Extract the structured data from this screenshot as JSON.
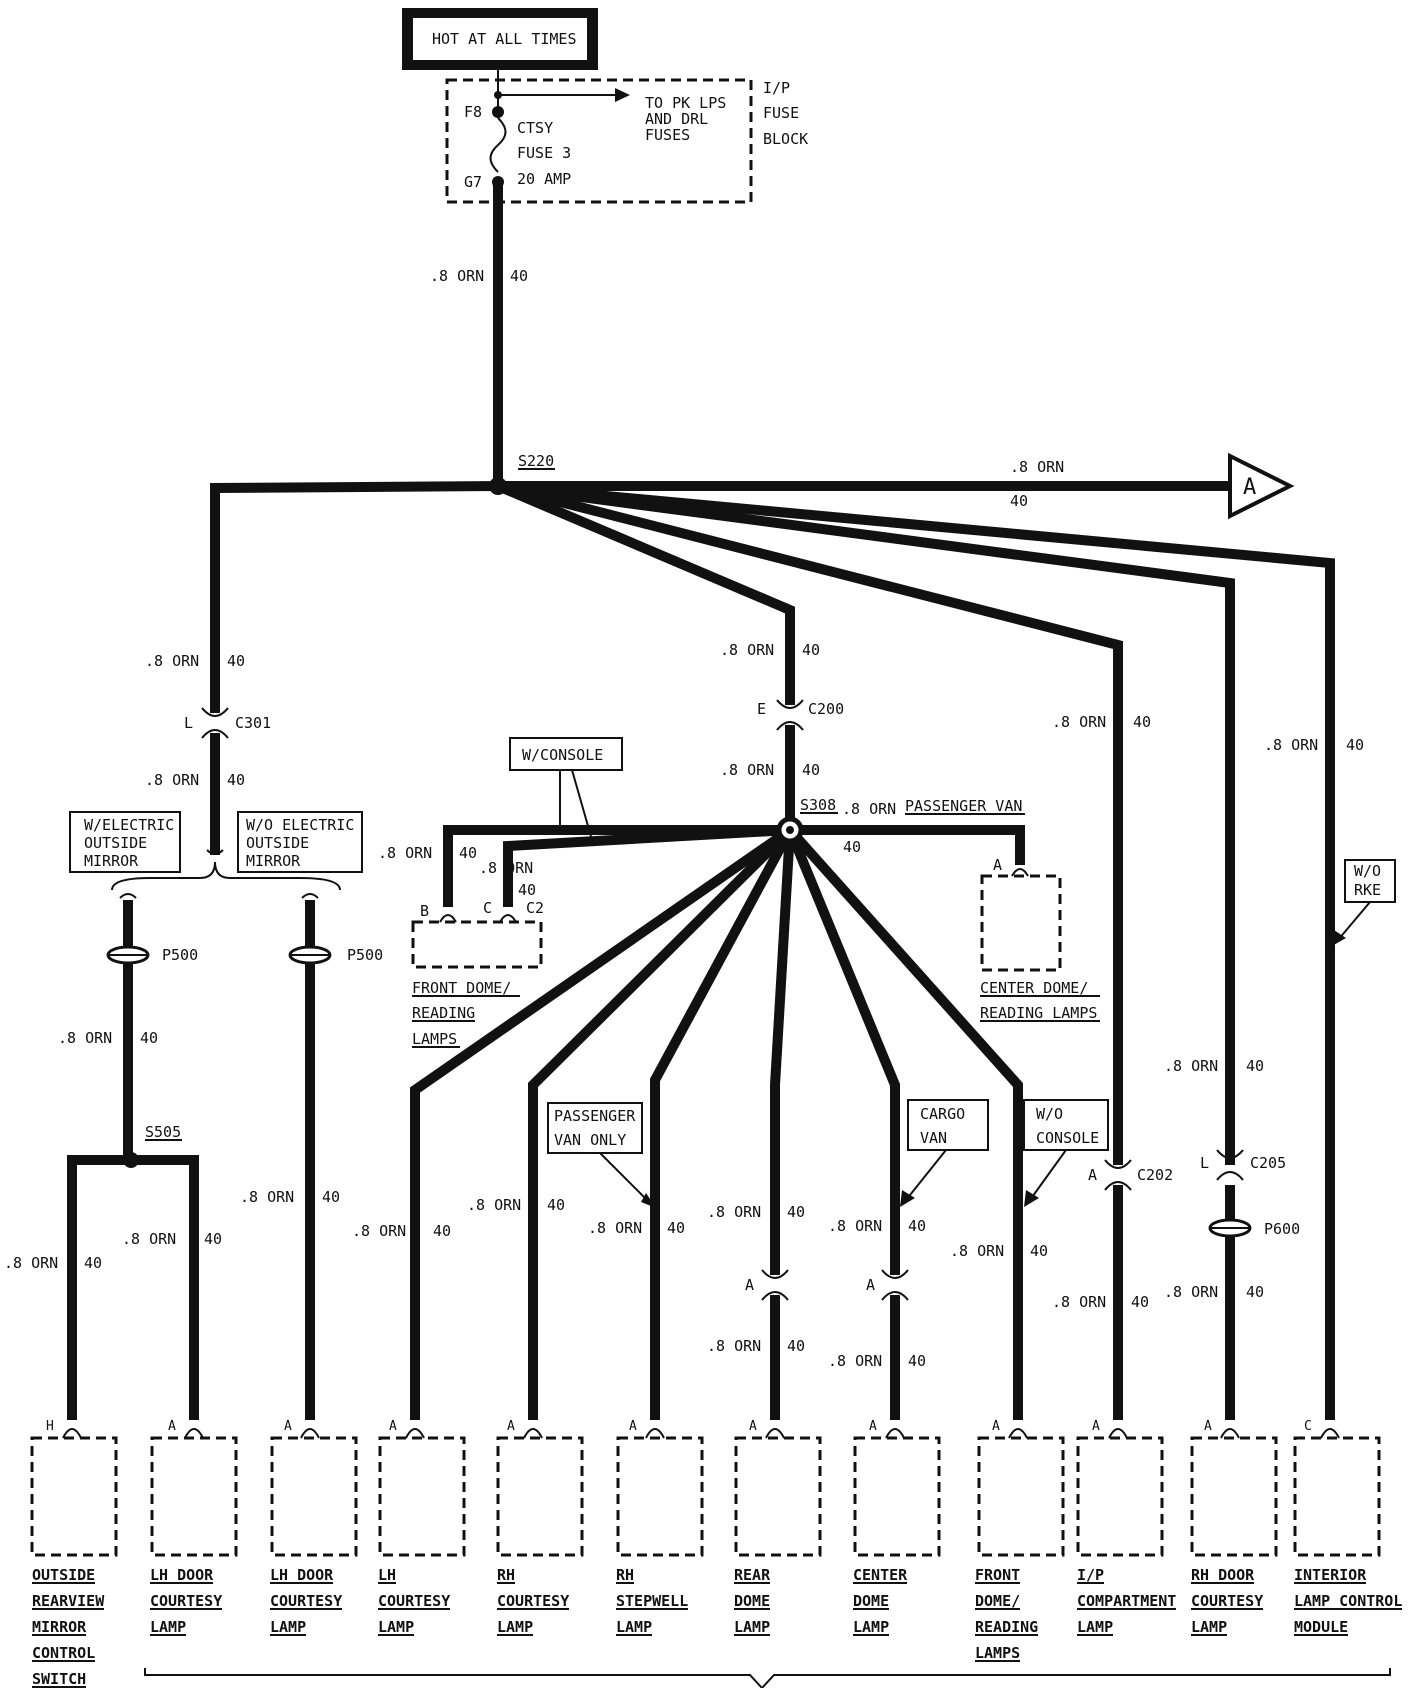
{
  "source": {
    "label": "HOT AT ALL TIMES",
    "fuse_block": [
      "I/P",
      "FUSE",
      "BLOCK"
    ],
    "fuse_name": [
      "CTSY",
      "FUSE 3",
      "20 AMP"
    ],
    "terminals": [
      "F8",
      "G7"
    ],
    "feed_note": [
      "TO PK LPS",
      "AND DRL",
      "FUSES"
    ]
  },
  "wire": {
    "gauge": ".8 ORN",
    "circuit": "40"
  },
  "splices": {
    "main": "S220",
    "s308": "S308",
    "s505": "S505"
  },
  "connectors": {
    "c301": "C301",
    "c301_pin": "L",
    "c200": "C200",
    "c200_pin": "E",
    "c202": "C202",
    "c202_pin": "A",
    "c205": "C205",
    "c205_pin": "L",
    "c2": "C2",
    "c2_pin": "C",
    "p500": "P500",
    "p600": "P600",
    "front_dome_pin": "B",
    "center_dome_pin": "A",
    "rear_inline_pin": "A",
    "center_inline_pin": "A"
  },
  "offpage": {
    "label": "A",
    "gauge": ".8 ORN",
    "circuit": "40"
  },
  "s308_right_note": "PASSENGER VAN",
  "notes": {
    "w_console": "W/CONSOLE",
    "w_electric_mirror": [
      "W/ELECTRIC",
      "OUTSIDE",
      "MIRROR"
    ],
    "wo_electric_mirror": [
      "W/O ELECTRIC",
      "OUTSIDE",
      "MIRROR"
    ],
    "passenger_van_only": [
      "PASSENGER",
      "VAN ONLY"
    ],
    "cargo_van": [
      "CARGO",
      "VAN"
    ],
    "wo_console": [
      "W/O",
      "CONSOLE"
    ],
    "wo_rke": [
      "W/O",
      "RKE"
    ]
  },
  "upper_components": {
    "front_dome": [
      "FRONT DOME/",
      "READING",
      "LAMPS"
    ],
    "center_dome": [
      "CENTER DOME/",
      "READING LAMPS"
    ]
  },
  "components": [
    {
      "pin": "H",
      "lines": [
        "OUTSIDE",
        "REARVIEW",
        "MIRROR",
        "CONTROL",
        "SWITCH"
      ]
    },
    {
      "pin": "A",
      "lines": [
        "LH DOOR",
        "COURTESY",
        "LAMP"
      ]
    },
    {
      "pin": "A",
      "lines": [
        "LH DOOR",
        "COURTESY",
        "LAMP"
      ]
    },
    {
      "pin": "A",
      "lines": [
        "LH",
        "COURTESY",
        "LAMP"
      ]
    },
    {
      "pin": "A",
      "lines": [
        "RH",
        "COURTESY",
        "LAMP"
      ]
    },
    {
      "pin": "A",
      "lines": [
        "RH",
        "STEPWELL",
        "LAMP"
      ]
    },
    {
      "pin": "A",
      "lines": [
        "REAR",
        "DOME",
        "LAMP"
      ]
    },
    {
      "pin": "A",
      "lines": [
        "CENTER",
        "DOME",
        "LAMP"
      ]
    },
    {
      "pin": "A",
      "lines": [
        "FRONT",
        "DOME/",
        "READING",
        "LAMPS"
      ]
    },
    {
      "pin": "A",
      "lines": [
        "I/P",
        "COMPARTMENT",
        "LAMP"
      ]
    },
    {
      "pin": "A",
      "lines": [
        "RH DOOR",
        "COURTESY",
        "LAMP"
      ]
    },
    {
      "pin": "C",
      "lines": [
        "INTERIOR",
        "LAMP CONTROL",
        "MODULE"
      ]
    }
  ]
}
